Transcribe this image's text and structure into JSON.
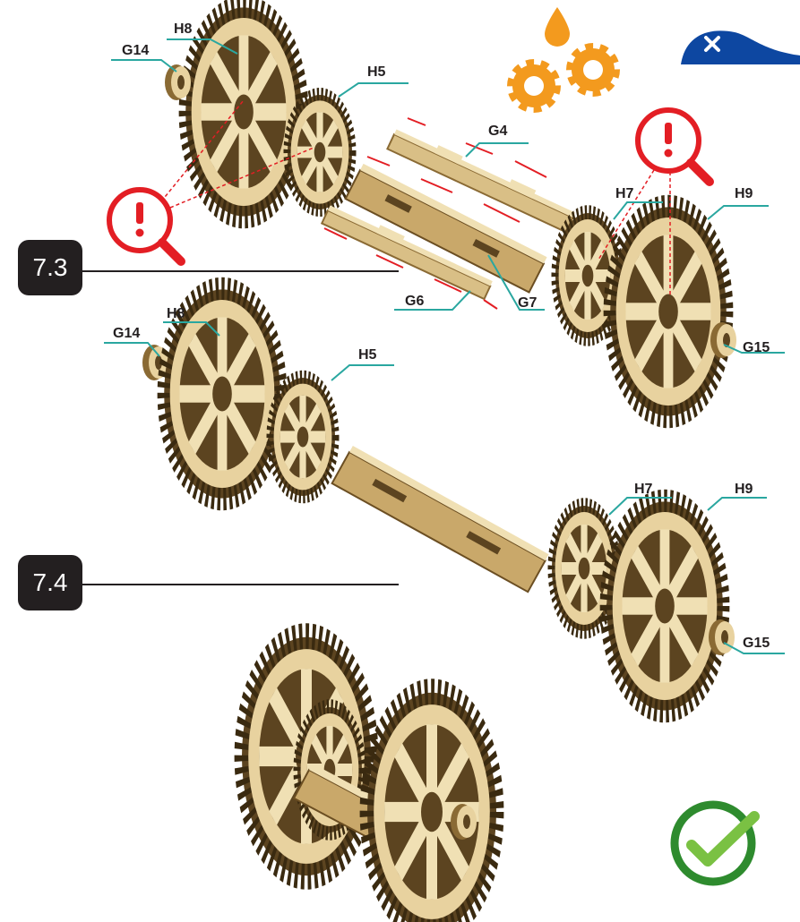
{
  "steps": [
    {
      "id": "7.3"
    },
    {
      "id": "7.4"
    }
  ],
  "parts": {
    "g14": "G14",
    "g15": "G15",
    "g4": "G4",
    "g6": "G6",
    "g7": "G7",
    "h5": "H5",
    "h7": "H7",
    "h8": "H8",
    "h9": "H9"
  },
  "colors": {
    "wood_light": "#f0e0b4",
    "wood_mid": "#c9a86a",
    "wood_dark": "#5c4420",
    "leader": "#2aa7a0",
    "warning": "#e31e24",
    "gear_icon": "#f39a1e",
    "oil_drop": "#f39a1e",
    "hide_button": "#0d47a1",
    "check": "#7ac143",
    "check_ring": "#2e8b2e"
  },
  "icons": [
    "oil-gears-icon",
    "close-icon",
    "magnifier-warning-icon",
    "check-circle-icon"
  ]
}
